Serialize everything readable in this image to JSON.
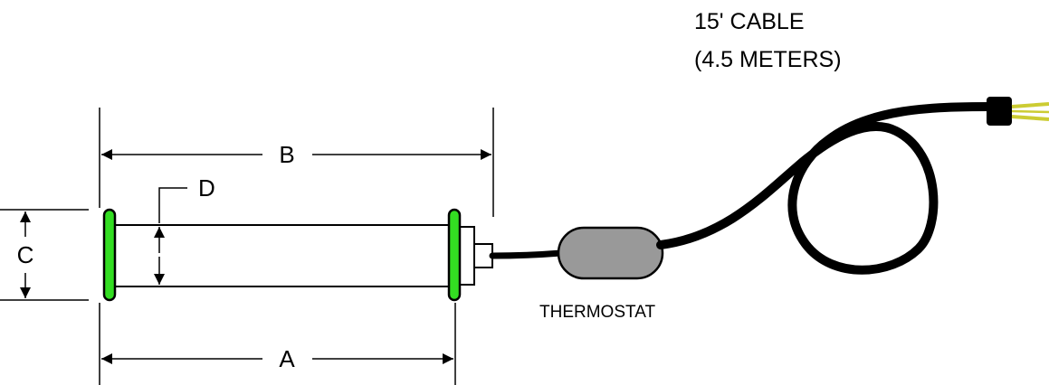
{
  "labels": {
    "dim_a": "A",
    "dim_b": "B",
    "dim_c": "C",
    "dim_d": "D",
    "cable_line1": "15' CABLE",
    "cable_line2": "(4.5 METERS)",
    "thermostat": "THERMOSTAT"
  },
  "colors": {
    "end_cap": "#33dd22",
    "thermostat_body": "#999999",
    "cable": "#000000",
    "plug_prong": "#cccc33",
    "line": "#000000"
  }
}
